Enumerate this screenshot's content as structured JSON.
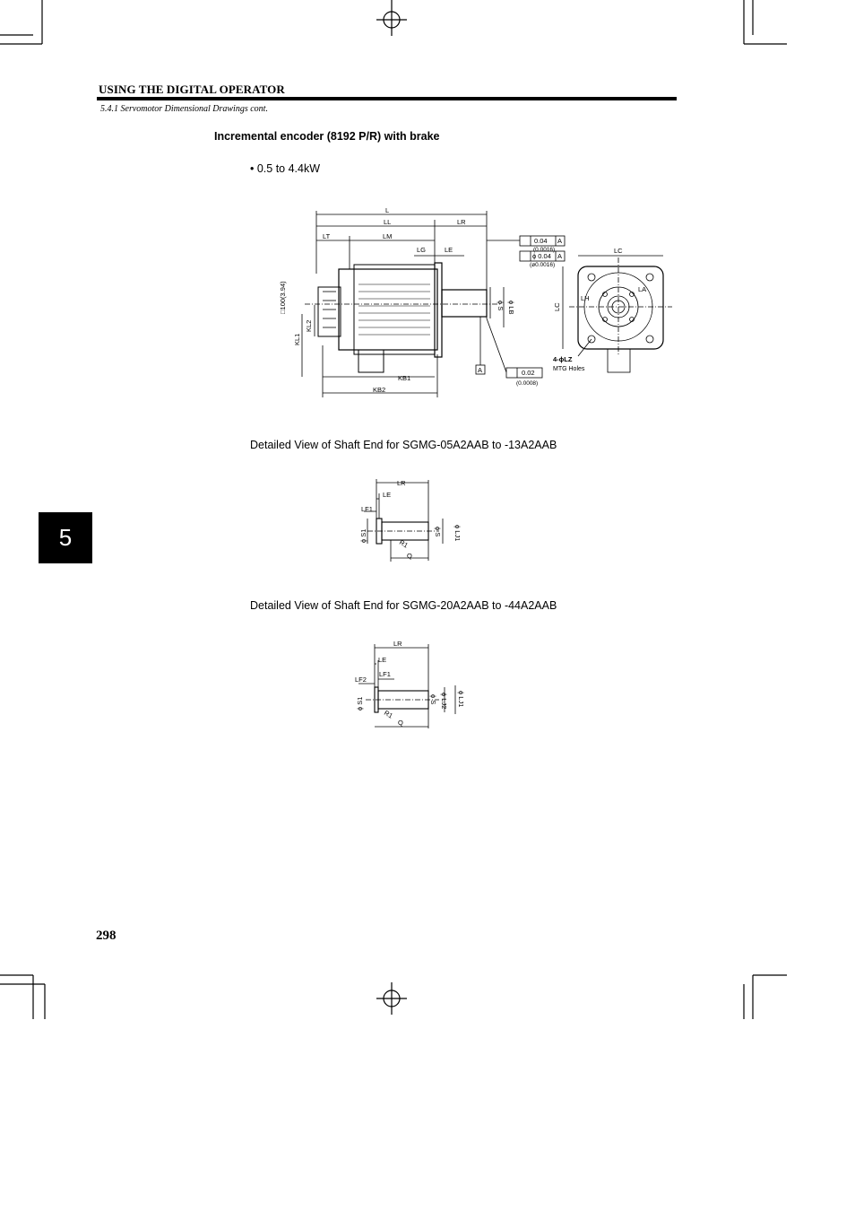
{
  "header": {
    "title": "USING THE DIGITAL OPERATOR",
    "breadcrumb": "5.4.1 Servomotor Dimensional Drawings cont."
  },
  "section": {
    "heading": "Incremental encoder (8192 P/R) with brake",
    "bullet": "• 0.5 to 4.4kW"
  },
  "main_drawing": {
    "dim_labels": {
      "L": "L",
      "LL": "LL",
      "LR": "LR",
      "LT": "LT",
      "LM": "LM",
      "LG": "LG",
      "LE": "LE",
      "LC": "LC",
      "LC_side": "LC",
      "LA": "LA",
      "LH": "LH",
      "KL1": "KL1",
      "KL2": "KL2",
      "KB1": "KB1",
      "KB2": "KB2",
      "S": "ϕ S",
      "LB": "ϕ LB",
      "square": "□100(3.94)"
    },
    "tolerances": {
      "perp_value": "0.04",
      "perp_ref": "A",
      "perp_inch": "(0.0016)",
      "conc_value": "ϕ 0.04",
      "conc_ref": "A",
      "conc_inch": "(ø0.0016)",
      "runout_value": "0.02",
      "runout_inch": "(0.0008)",
      "datum": "A"
    },
    "holes_label": "4-ϕLZ",
    "holes_note": "MTG Holes"
  },
  "detail_1": {
    "caption": "Detailed View of Shaft End for SGMG-05A2AAB to -13A2AAB",
    "labels": {
      "LR": "LR",
      "LE": "LE",
      "LF1": "LF1",
      "S1": "ϕ S1",
      "S": "ϕ S",
      "LJ1": "ϕ LJ1",
      "R1": "R1",
      "Q": "Q"
    }
  },
  "detail_2": {
    "caption": "Detailed View of Shaft End for SGMG-20A2AAB to -44A2AAB",
    "labels": {
      "LR": "LR",
      "LE": "LE",
      "LF2": "LF2",
      "LF1": "LF1",
      "S1": "ϕ S1",
      "S": "ϕ S",
      "LJ2": "ϕ LJ2",
      "LJ1": "ϕ LJ1",
      "R1": "R1",
      "Q": "Q"
    }
  },
  "chapter_tab": "5",
  "page_number": "298"
}
